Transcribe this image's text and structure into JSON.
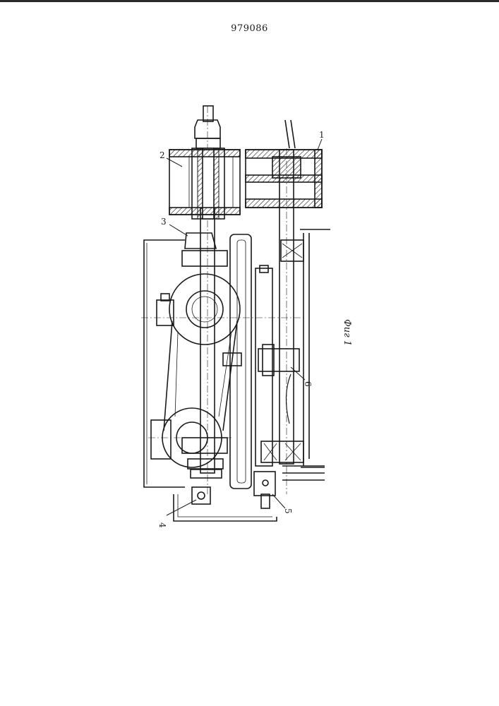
{
  "document": {
    "patent_number": "979086",
    "figure_caption": "Фиг 1"
  },
  "callouts": [
    "1",
    "2",
    "3",
    "4",
    "5",
    "6"
  ],
  "colors": {
    "ink": "#1a1a1a",
    "paper": "#ffffff"
  }
}
